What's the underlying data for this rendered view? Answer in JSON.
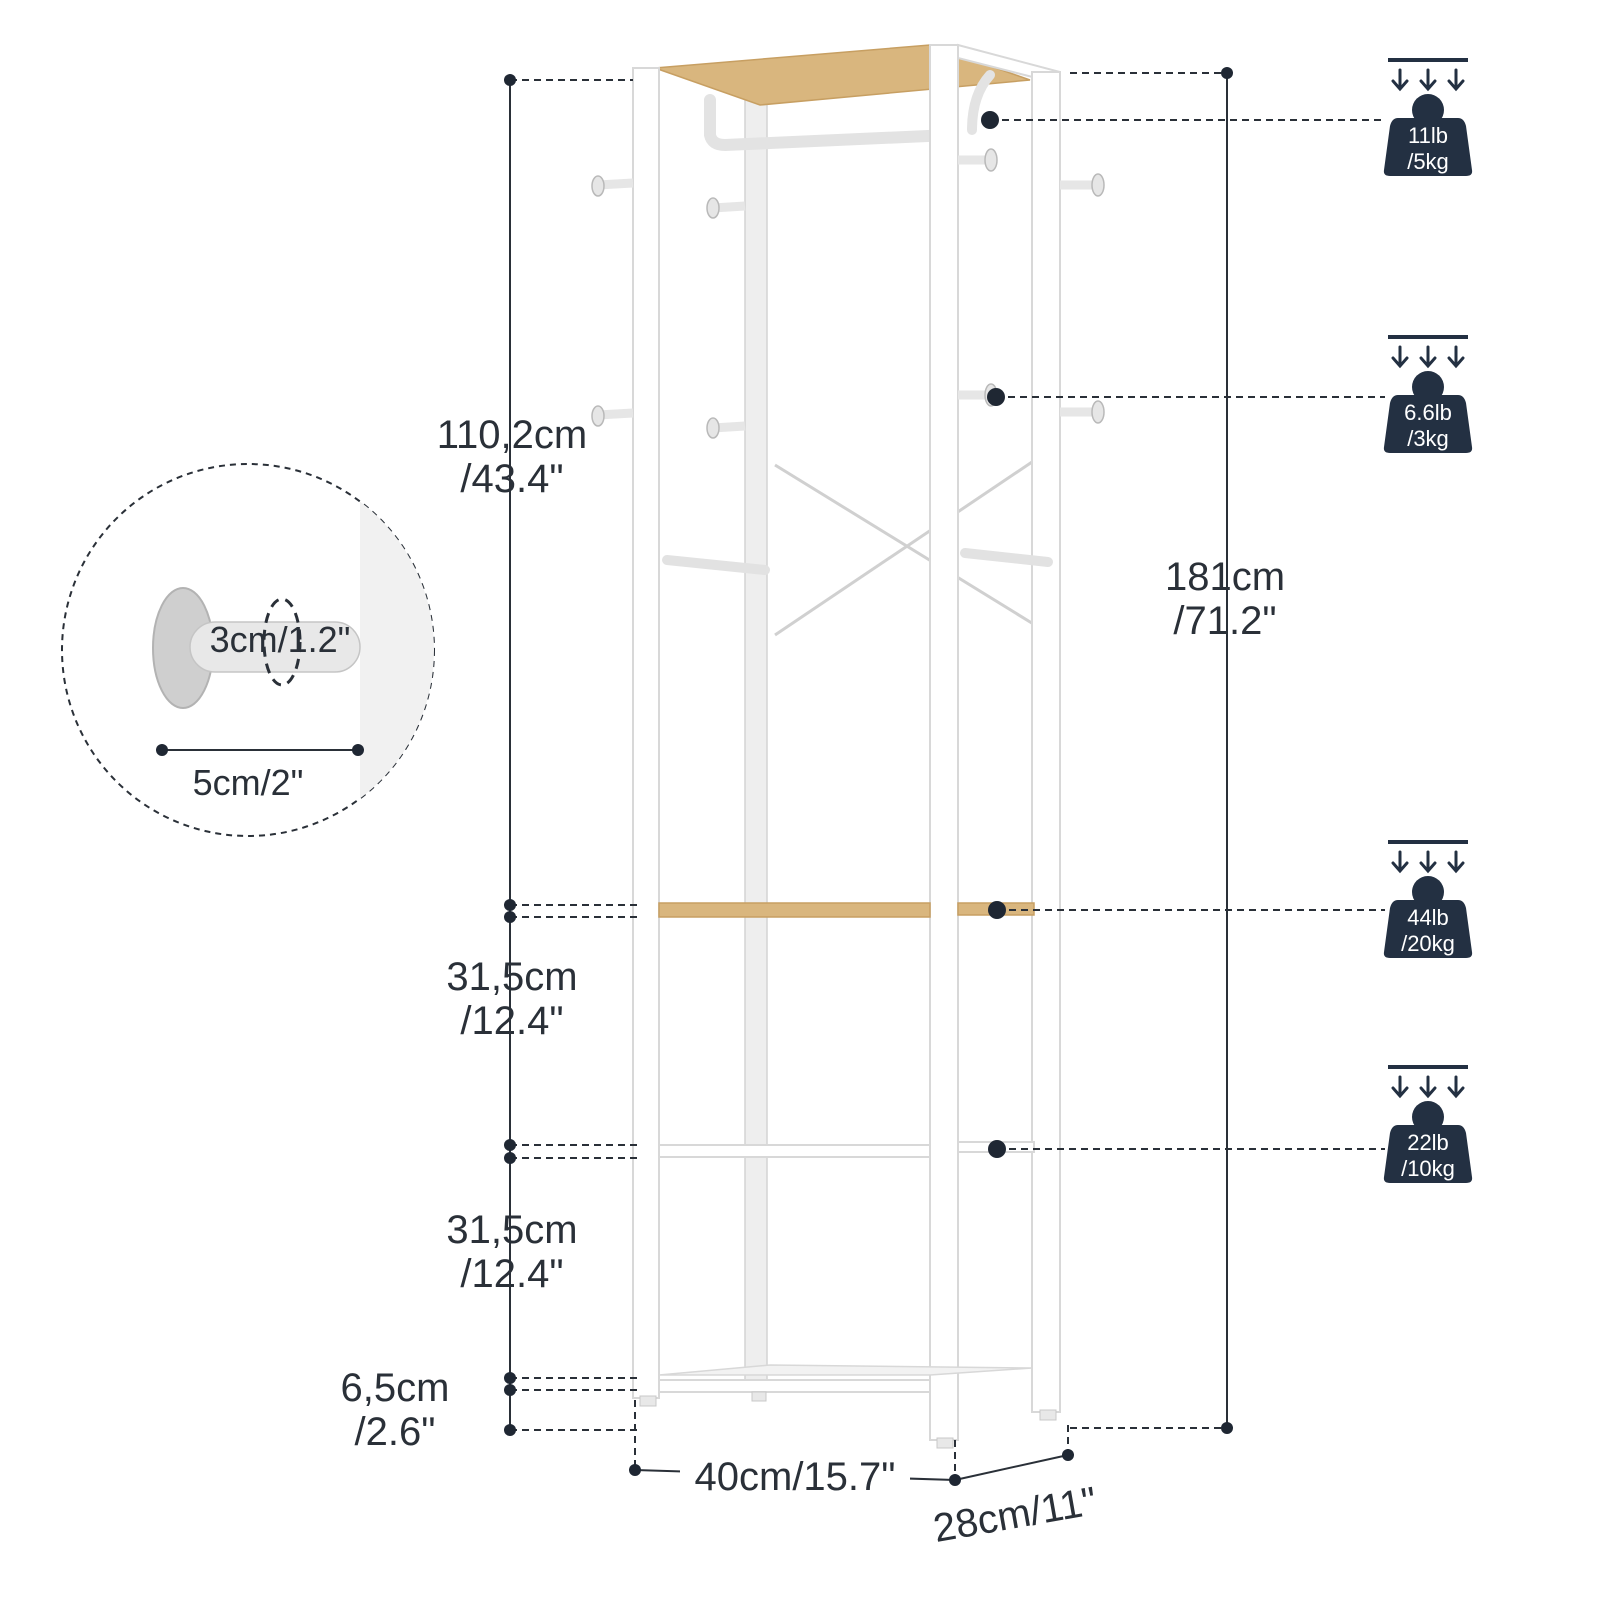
{
  "colors": {
    "frame": "#ffffff",
    "wood_shelf": "#d9b67e",
    "badge": "#233042",
    "annotation": "#2a3038"
  },
  "dimensions": {
    "top_section": [
      "110,2cm",
      "/43.4\""
    ],
    "middle_section": [
      "31,5cm",
      "/12.4\""
    ],
    "lower_section": [
      "31,5cm",
      "/12.4\""
    ],
    "bottom_clearance": [
      "6,5cm",
      "/2.6\""
    ],
    "total_height": [
      "181cm",
      "/71.2\""
    ],
    "width": "40cm/15.7\"",
    "depth": "28cm/11\""
  },
  "hook_detail": {
    "diameter": "3cm/1.2\"",
    "length": "5cm/2\""
  },
  "load_badges": [
    {
      "icon": "weight-icon",
      "lb": "11lb",
      "kg": "/5kg"
    },
    {
      "icon": "weight-icon",
      "lb": "6.6lb",
      "kg": "/3kg"
    },
    {
      "icon": "weight-icon",
      "lb": "44lb",
      "kg": "/20kg"
    },
    {
      "icon": "weight-icon",
      "lb": "22lb",
      "kg": "/10kg"
    }
  ]
}
